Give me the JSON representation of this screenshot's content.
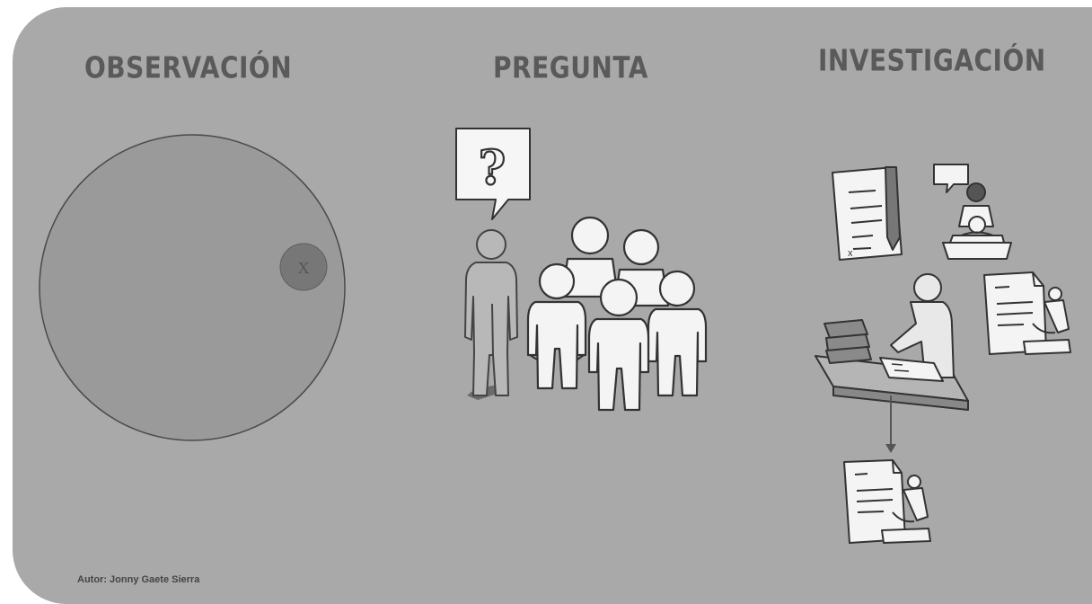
{
  "headings": {
    "observation": "OBSERVACIÓN",
    "question": "PREGUNTA",
    "investigation": "INVESTIGACIÓN"
  },
  "observation": {
    "marker_label": "X"
  },
  "question": {
    "bubble_symbol": "?"
  },
  "author": "Autor: Jonny Gaete Sierra",
  "colors": {
    "panel": "#a9a9a9",
    "heading": "#5a5a5a",
    "circle": "#9a9a9a",
    "marker": "#777777",
    "figure_light": "#f4f4f4",
    "figure_grey": "#b8b8b8"
  },
  "icons": [
    "speech-bubble-icon",
    "document-icon",
    "person-speaking-icon",
    "person-at-desk-icon",
    "microscope-document-icon",
    "arrow-down-icon"
  ]
}
